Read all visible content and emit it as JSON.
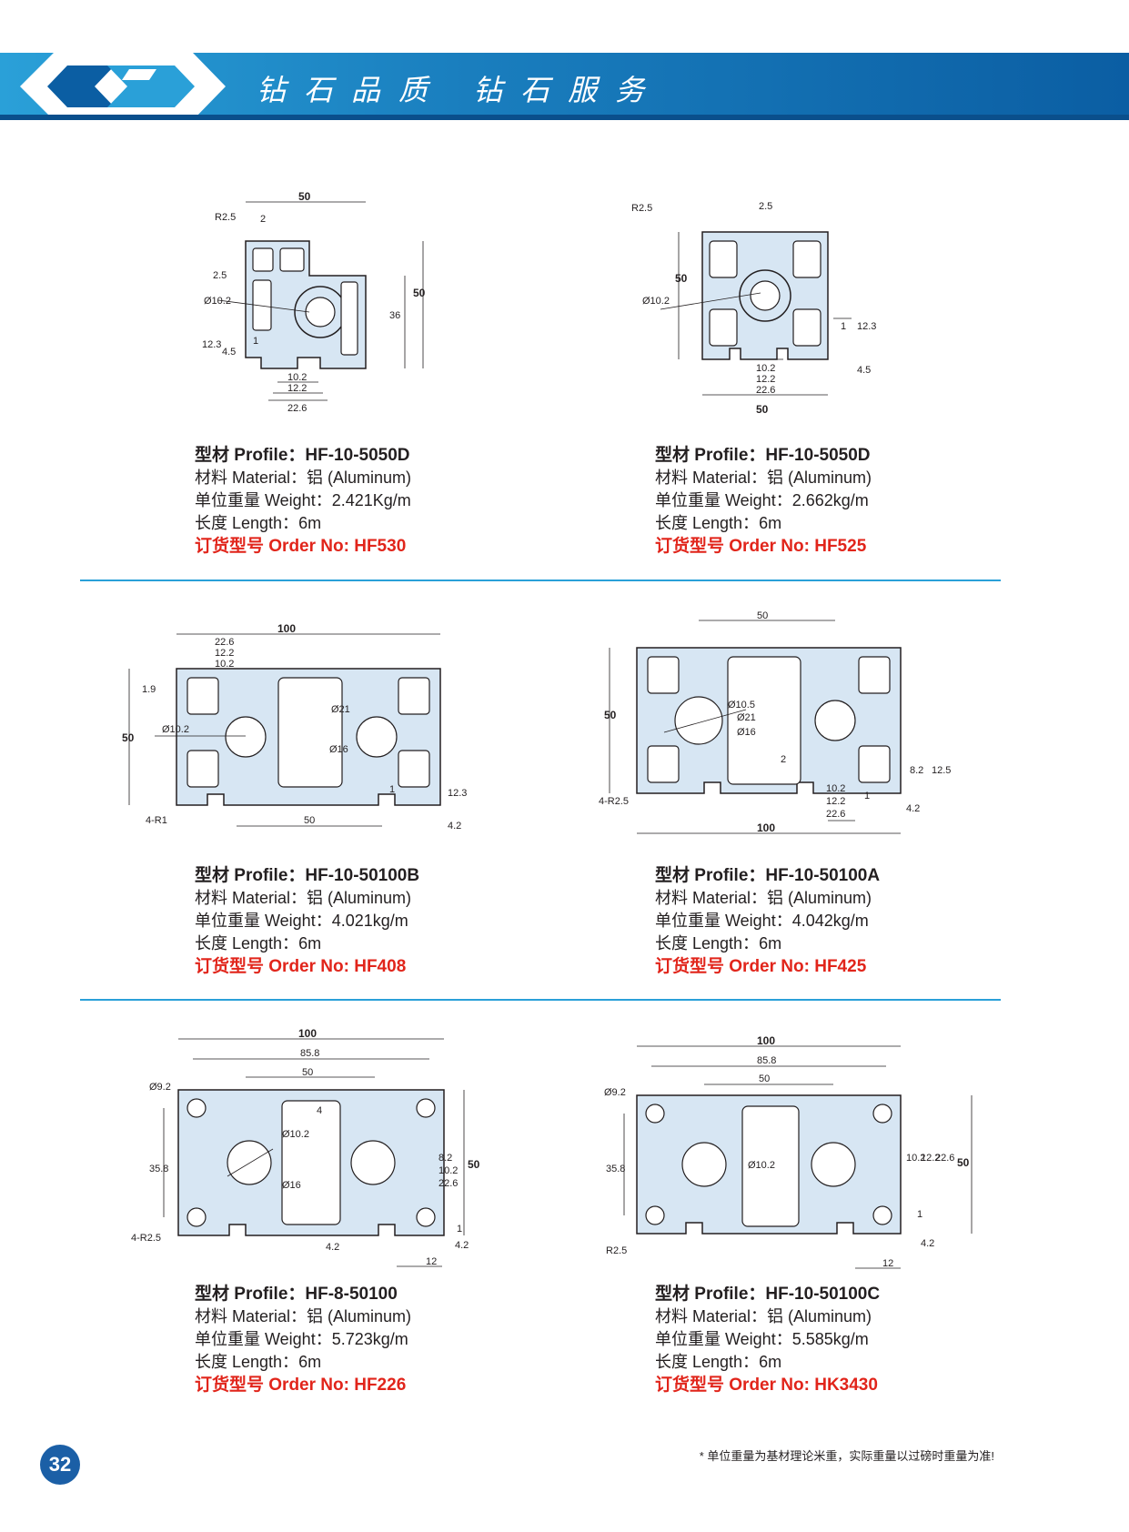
{
  "header": {
    "slogan": "钻石品质 钻石服务",
    "brand_color": "#1a7fbf"
  },
  "labels": {
    "profile": "型材 Profile：",
    "material": "材料 Material：",
    "weight": "单位重量 Weight：",
    "length": "长度 Length：",
    "order": "订货型号 Order No: "
  },
  "products": [
    {
      "profile": "HF-10-5050D",
      "material": "铝 (Aluminum)",
      "weight": "2.421Kg/m",
      "length": "6m",
      "order_no": "HF530",
      "dims": [
        "50",
        "R2.5",
        "2",
        "2.5",
        "Ø10.2",
        "36",
        "50",
        "12.3",
        "4.5",
        "1",
        "10.2",
        "12.2",
        "22.6"
      ]
    },
    {
      "profile": "HF-10-5050D",
      "material": "铝 (Aluminum)",
      "weight": "2.662kg/m",
      "length": "6m",
      "order_no": "HF525",
      "dims": [
        "R2.5",
        "2.5",
        "50",
        "Ø10.2",
        "1",
        "12.3",
        "4.5",
        "10.2",
        "12.2",
        "22.6",
        "50"
      ]
    },
    {
      "profile": "HF-10-50100B",
      "material": "铝 (Aluminum)",
      "weight": "4.021kg/m",
      "length": "6m",
      "order_no": "HF408",
      "dims": [
        "100",
        "22.6",
        "12.2",
        "10.2",
        "1.9",
        "50",
        "Ø10.2",
        "Ø21",
        "Ø16",
        "1",
        "12.3",
        "4-R1",
        "50",
        "4.2"
      ]
    },
    {
      "profile": "HF-10-50100A",
      "material": "铝 (Aluminum)",
      "weight": "4.042kg/m",
      "length": "6m",
      "order_no": "HF425",
      "dims": [
        "50",
        "50",
        "Ø10.5",
        "Ø21",
        "Ø16",
        "2",
        "8.2",
        "12.5",
        "4-R2.5",
        "10.2",
        "1",
        "12.2",
        "22.6",
        "4.2",
        "100"
      ]
    },
    {
      "profile": "HF-8-50100",
      "material": "铝 (Aluminum)",
      "weight": "5.723kg/m",
      "length": "6m",
      "order_no": "HF226",
      "dims": [
        "100",
        "85.8",
        "50",
        "Ø9.2",
        "4",
        "Ø10.2",
        "35.8",
        "Ø16",
        "8.2",
        "10.2",
        "22.6",
        "50",
        "4-R2.5",
        "1",
        "4.2",
        "4.2",
        "12"
      ]
    },
    {
      "profile": "HF-10-50100C",
      "material": "铝 (Aluminum)",
      "weight": "5.585kg/m",
      "length": "6m",
      "order_no": "HK3430",
      "dims": [
        "100",
        "85.8",
        "50",
        "Ø9.2",
        "Ø10.2",
        "35.8",
        "10.2",
        "12.2",
        "22.6",
        "50",
        "1",
        "R2.5",
        "4.2",
        "12"
      ]
    }
  ],
  "page_number": "32",
  "footnote": "* 单位重量为基材理论米重，实际重量以过磅时重量为准!"
}
